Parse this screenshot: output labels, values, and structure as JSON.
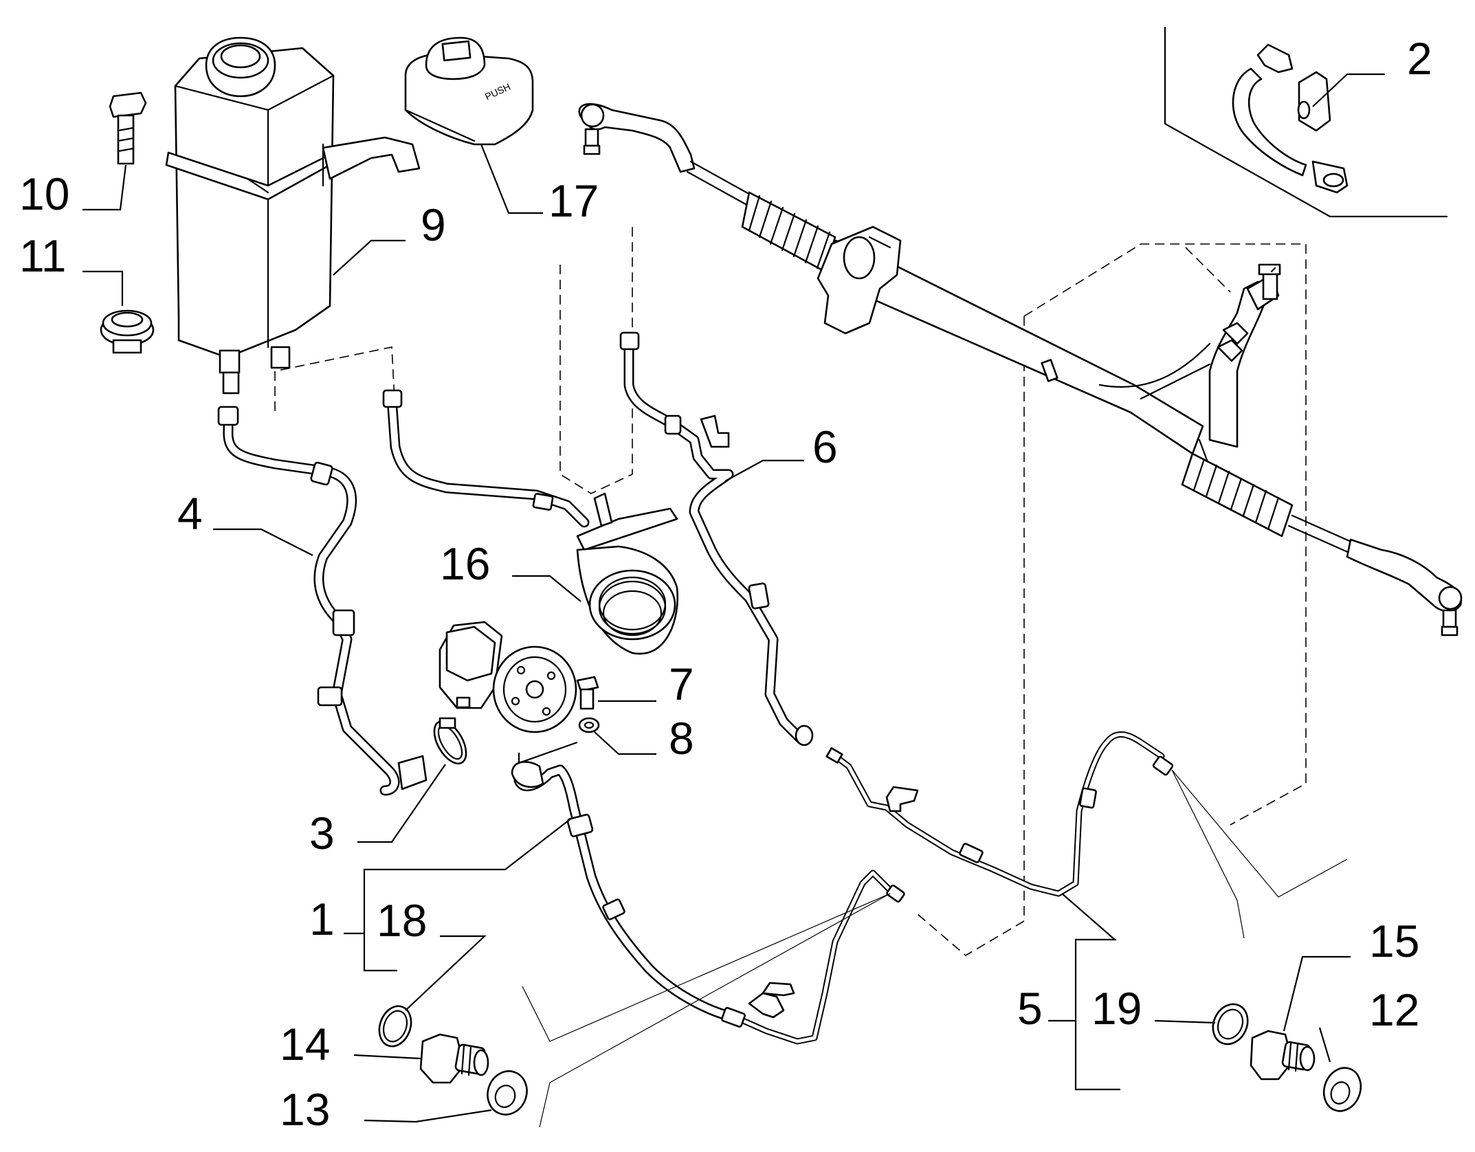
{
  "diagram": {
    "callouts": [
      {
        "id": "c1",
        "text": "1"
      },
      {
        "id": "c2",
        "text": "2"
      },
      {
        "id": "c3",
        "text": "3"
      },
      {
        "id": "c4",
        "text": "4"
      },
      {
        "id": "c5",
        "text": "5"
      },
      {
        "id": "c6",
        "text": "6"
      },
      {
        "id": "c7",
        "text": "7"
      },
      {
        "id": "c8",
        "text": "8"
      },
      {
        "id": "c9",
        "text": "9"
      },
      {
        "id": "c10",
        "text": "10"
      },
      {
        "id": "c11",
        "text": "11"
      },
      {
        "id": "c12",
        "text": "12"
      },
      {
        "id": "c13",
        "text": "13"
      },
      {
        "id": "c14",
        "text": "14"
      },
      {
        "id": "c15",
        "text": "15"
      },
      {
        "id": "c16",
        "text": "16"
      },
      {
        "id": "c17",
        "text": "17"
      },
      {
        "id": "c18",
        "text": "18"
      },
      {
        "id": "c19",
        "text": "19"
      }
    ],
    "cap_label": "PUSH",
    "colors": {
      "ink": "#000000",
      "paper": "#ffffff"
    }
  }
}
